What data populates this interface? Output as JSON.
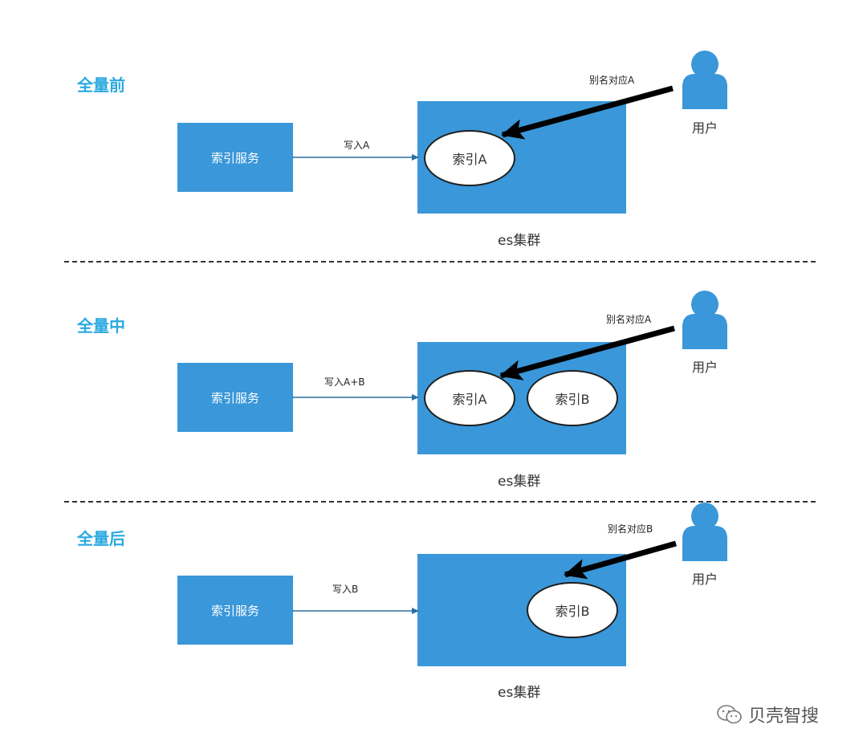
{
  "colors": {
    "box": "#3a97d9",
    "title": "#2aa9e0",
    "arrow": "#000000",
    "connector": "#2a6f9e"
  },
  "phases": [
    {
      "title": "全量前",
      "service": "索引服务",
      "write_label": "写入A",
      "index_a": "索引A",
      "cluster": "es集群",
      "alias_label": "别名对应A",
      "user": "用户"
    },
    {
      "title": "全量中",
      "service": "索引服务",
      "write_label": "写入A+B",
      "index_a": "索引A",
      "index_b": "索引B",
      "cluster": "es集群",
      "alias_label": "别名对应A",
      "user": "用户"
    },
    {
      "title": "全量后",
      "service": "索引服务",
      "write_label": "写入B",
      "index_b": "索引B",
      "cluster": "es集群",
      "alias_label": "别名对应B",
      "user": "用户"
    }
  ],
  "watermark": {
    "text": "贝壳智搜",
    "icon": "wechat-icon"
  }
}
